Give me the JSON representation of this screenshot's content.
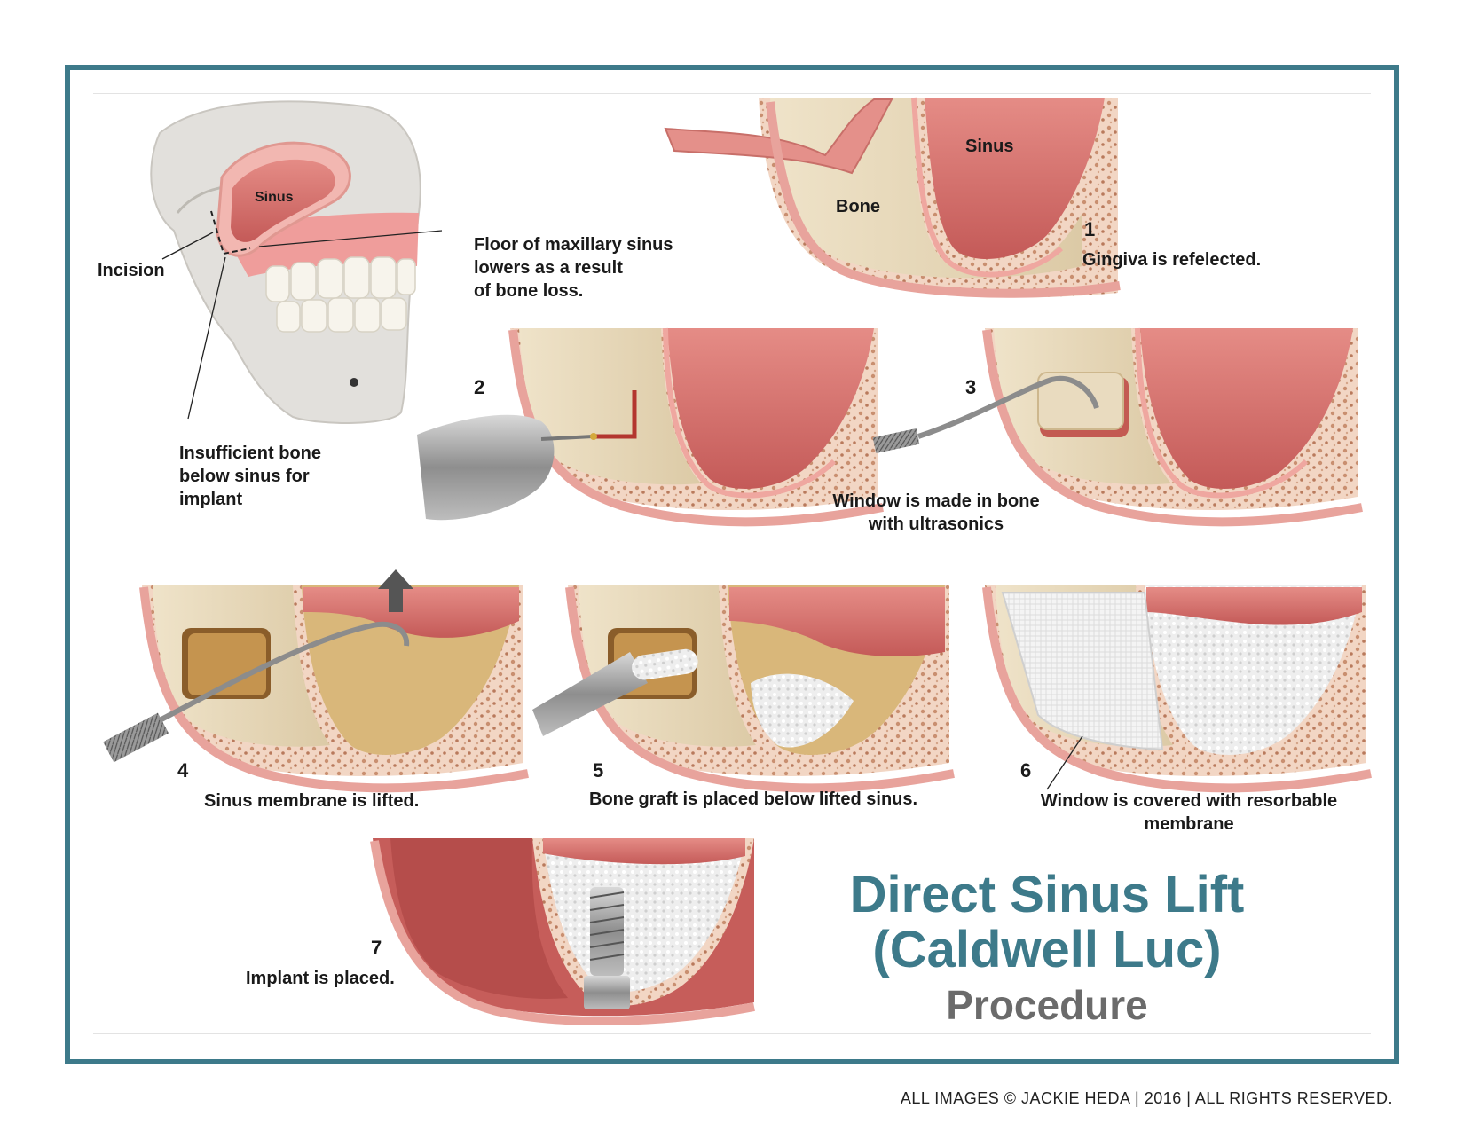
{
  "title": {
    "line1": "Direct Sinus Lift",
    "line2": "(Caldwell Luc)",
    "line3": "Procedure"
  },
  "skull": {
    "sinus_label": "Sinus",
    "incision_label": "Incision",
    "floor_note": [
      "Floor of maxillary sinus",
      "lowers as a result",
      "of bone loss."
    ],
    "insufficient_note": [
      "Insufficient bone",
      "below sinus for",
      "implant"
    ]
  },
  "steps": [
    {
      "number": "1",
      "caption": [
        "Gingiva is refelected."
      ],
      "labels": {
        "sinus": "Sinus",
        "bone": "Bone"
      }
    },
    {
      "number": "2",
      "caption": []
    },
    {
      "number": "3",
      "caption": [
        "Window is made in bone",
        "with ultrasonics"
      ]
    },
    {
      "number": "4",
      "caption": [
        "Sinus membrane is lifted."
      ]
    },
    {
      "number": "5",
      "caption": [
        "Bone graft is placed below lifted sinus."
      ]
    },
    {
      "number": "6",
      "caption": [
        "Window is covered with resorbable",
        "membrane"
      ]
    },
    {
      "number": "7",
      "caption": [
        "Implant is placed."
      ]
    }
  ],
  "copyright": "ALL IMAGES © JACKIE HEDA | 2016 | ALL RIGHTS RESERVED.",
  "colors": {
    "frame": "#3d7a8a",
    "gum": "#e4a09a",
    "sinus": "#d26a66",
    "bone": "#eadcc0",
    "title_gray": "#6b6b6b"
  }
}
